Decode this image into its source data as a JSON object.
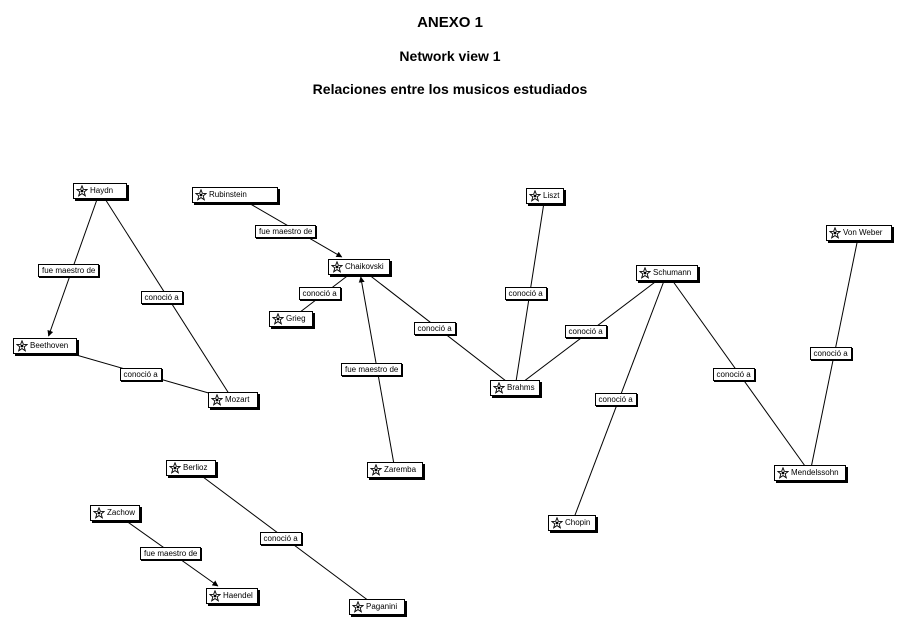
{
  "header": {
    "annex": "ANEXO 1",
    "view": "Network view 1",
    "subtitle": "Relaciones entre los musicos estudiados"
  },
  "icon": "star-node-icon",
  "nodes": {
    "haydn": "Haydn",
    "rubinstein": "Rubinstein",
    "liszt": "Liszt",
    "vonweber": "Von Weber",
    "chaikovski": "Chaikovski",
    "schumann": "Schumann",
    "grieg": "Grieg",
    "beethoven": "Beethoven",
    "brahms": "Brahms",
    "mozart": "Mozart",
    "mendelssohn": "Mendelssohn",
    "zaremba": "Zaremba",
    "berlioz": "Berlioz",
    "zachow": "Zachow",
    "chopin": "Chopin",
    "haendel": "Haendel",
    "paganini": "Paganini"
  },
  "edges": [
    {
      "from": "haydn",
      "to": "beethoven",
      "label": "fue maestro de",
      "arrow": true
    },
    {
      "from": "haydn",
      "to": "mozart",
      "label": "conoció a",
      "arrow": false
    },
    {
      "from": "beethoven",
      "to": "mozart",
      "label": "conoció a",
      "arrow": false
    },
    {
      "from": "rubinstein",
      "to": "chaikovski",
      "label": "fue maestro de",
      "arrow": true
    },
    {
      "from": "chaikovski",
      "to": "grieg",
      "label": "conoció a",
      "arrow": false
    },
    {
      "from": "zaremba",
      "to": "chaikovski",
      "label": "fue maestro de",
      "arrow": true
    },
    {
      "from": "chaikovski",
      "to": "brahms",
      "label": "conoció a",
      "arrow": false
    },
    {
      "from": "liszt",
      "to": "brahms",
      "label": "conoció a",
      "arrow": false
    },
    {
      "from": "schumann",
      "to": "brahms",
      "label": "conoció a",
      "arrow": false
    },
    {
      "from": "schumann",
      "to": "chopin",
      "label": "conoció a",
      "arrow": false
    },
    {
      "from": "schumann",
      "to": "mendelssohn",
      "label": "conoció a",
      "arrow": false
    },
    {
      "from": "vonweber",
      "to": "mendelssohn",
      "label": "conoció a",
      "arrow": false
    },
    {
      "from": "zachow",
      "to": "haendel",
      "label": "fue maestro de",
      "arrow": true
    },
    {
      "from": "berlioz",
      "to": "paganini",
      "label": "conoció a",
      "arrow": false
    }
  ]
}
